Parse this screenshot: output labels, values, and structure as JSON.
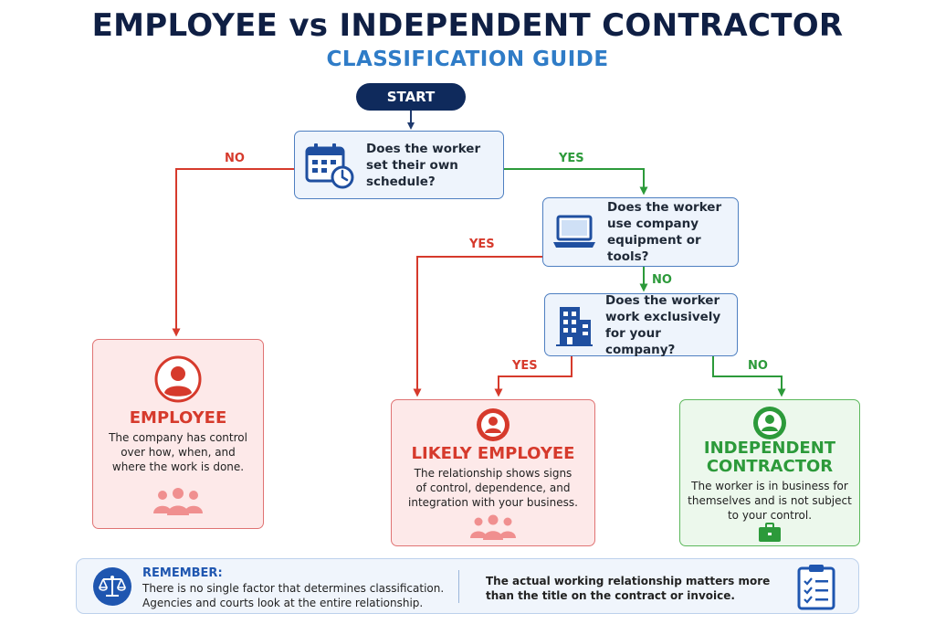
{
  "header": {
    "title": "EMPLOYEE vs INDEPENDENT CONTRACTOR",
    "subtitle": "CLASSIFICATION GUIDE"
  },
  "start_label": "START",
  "questions": [
    {
      "id": "q1",
      "text": "Does the worker\nset their own\nschedule?",
      "icon": "calendar-clock-icon"
    },
    {
      "id": "q2",
      "text": "Does the worker\nuse company\nequipment or tools?",
      "icon": "laptop-icon"
    },
    {
      "id": "q3",
      "text": "Does the worker\nwork exclusively\nfor your company?",
      "icon": "office-building-icon"
    }
  ],
  "branch_labels": {
    "q1_no": "NO",
    "q1_yes": "YES",
    "q2_yes": "YES",
    "q2_no": "NO",
    "q3_yes": "YES",
    "q3_no": "NO"
  },
  "outcomes": [
    {
      "id": "employee",
      "title": "EMPLOYEE",
      "description": "The company has control\nover how, when, and\nwhere the work is done.",
      "icon": "person-icon",
      "footer_icon": "group-icon"
    },
    {
      "id": "likely_employee",
      "title": "LIKELY EMPLOYEE",
      "description": "The relationship shows signs\nof control, dependence, and\nintegration with your business.",
      "icon": "person-icon",
      "footer_icon": "group-icon"
    },
    {
      "id": "contractor",
      "title": "INDEPENDENT\nCONTRACTOR",
      "description": "The worker is in business for\nthemselves and is not subject\nto your control.",
      "icon": "person-icon",
      "footer_icon": "briefcase-icon"
    }
  ],
  "remember": {
    "heading": "REMEMBER:",
    "text": "There is no single factor that determines classification.\nAgencies and courts look at the entire relationship.",
    "text2": "The actual working relationship matters more\nthan the title on the contract or invoice.",
    "icon": "scale-icon",
    "icon2": "checklist-icon"
  },
  "colors": {
    "navy": "#0f1f44",
    "accent_blue": "#2f7cc7",
    "no_red": "#d63a2c",
    "yes_green": "#2c9a3a"
  }
}
